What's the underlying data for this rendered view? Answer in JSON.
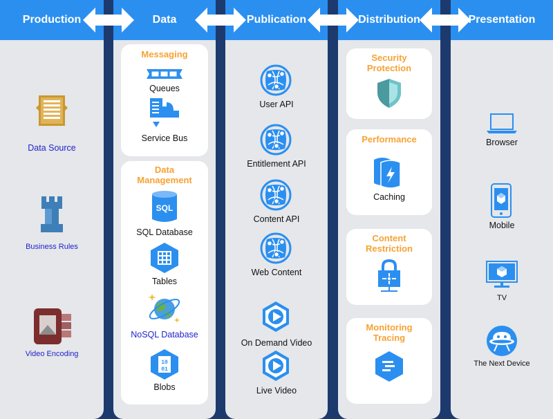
{
  "columns": {
    "production": "Production",
    "data": "Data",
    "publication": "Publication",
    "distribution": "Distribution",
    "presentation": "Presentation"
  },
  "production": {
    "data_source": "Data Source",
    "business_rules": "Business Rules",
    "video_encoding": "Video Encoding"
  },
  "data": {
    "messaging_title": "Messaging",
    "queues": "Queues",
    "service_bus": "Service Bus",
    "management_title_1": "Data",
    "management_title_2": "Management",
    "sql_database": "SQL Database",
    "sql_icon_text": "SQL",
    "tables": "Tables",
    "nosql_database": "NoSQL Database",
    "blobs": "Blobs",
    "blob_icon_text_1": "10",
    "blob_icon_text_2": "01"
  },
  "publication": {
    "user_api": "User API",
    "entitlement_api": "Entitlement API",
    "content_api": "Content API",
    "web_content": "Web Content",
    "on_demand_video": "On Demand Video",
    "live_video": "Live Video"
  },
  "distribution": {
    "security_1": "Security",
    "security_2": "Protection",
    "performance": "Performance",
    "caching": "Caching",
    "content_restriction_1": "Content",
    "content_restriction_2": "Restriction",
    "monitoring_1": "Monitoring",
    "monitoring_2": "Tracing"
  },
  "presentation": {
    "browser": "Browser",
    "mobile": "Mobile",
    "tv": "TV",
    "next_device": "The Next Device"
  },
  "colors": {
    "header": "#2b8ff0",
    "column_bg": "#e5e7ea",
    "frame": "#1d3a6e",
    "card_title": "#f7a233",
    "icon_blue": "#2b8ff0",
    "link_blue": "#2222cc"
  }
}
